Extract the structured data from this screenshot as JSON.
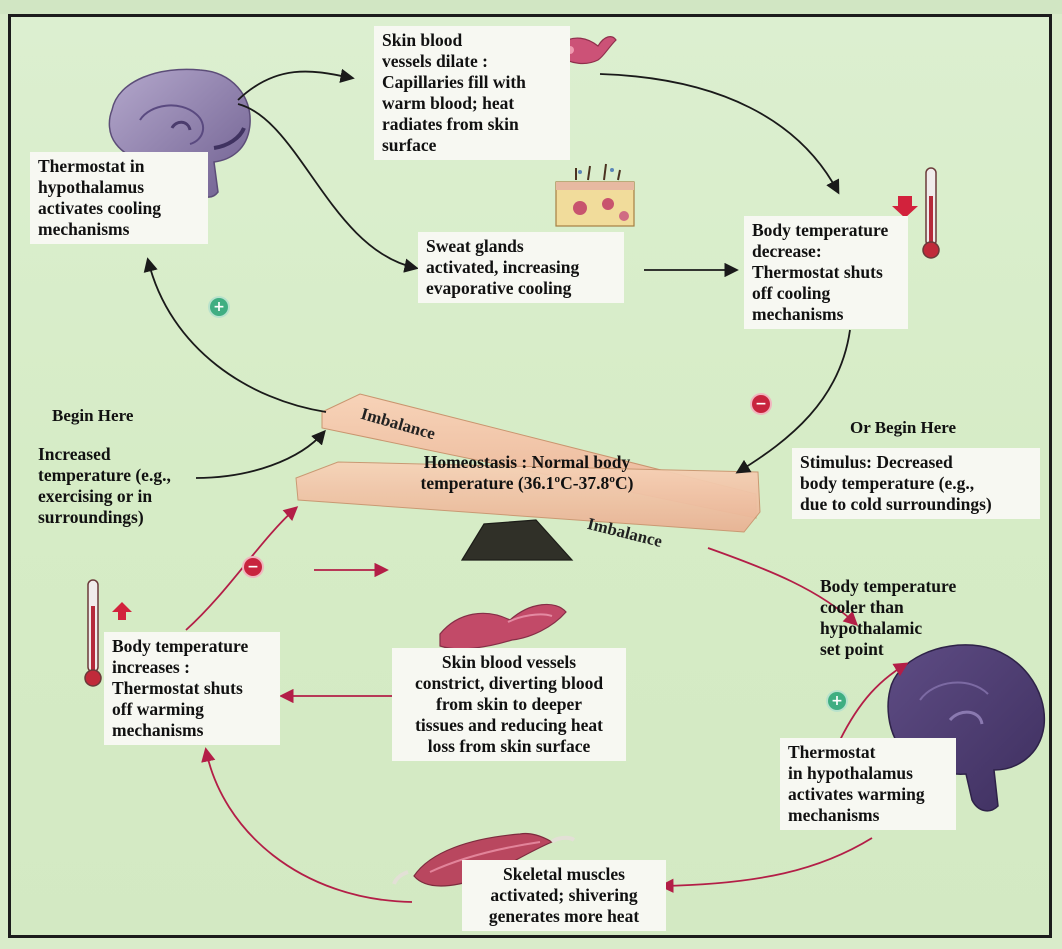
{
  "labels": {
    "thermostat_cooling": "Thermostat in\nhypothalamus\nactivates cooling\nmechanisms",
    "skin_dilate": "Skin blood\nvessels dilate :\nCapillaries fill with\nwarm blood; heat\nradiates from skin\nsurface",
    "sweat": "Sweat glands\nactivated, increasing\nevaporative cooling",
    "temp_decrease": "Body temperature\ndecrease:\nThermostat shuts\noff cooling\nmechanisms",
    "begin_here": "Begin Here",
    "increased_temp": "Increased\ntemperature (e.g.,\nexercising or in\nsurroundings)",
    "homeostasis": "Homeostasis : Normal body\ntemperature (36.1ºC-37.8ºC)",
    "imbalance_left": "Imbalance",
    "imbalance_right": "Imbalance",
    "or_begin_here": "Or Begin Here",
    "stimulus": "Stimulus: Decreased\nbody temperature (e.g.,\ndue to cold surroundings)",
    "cooler": "Body temperature\ncooler than\nhypothalamic\nset point",
    "temp_increase": "Body temperature\nincreases :\nThermostat shuts\noff warming\nmechanisms",
    "constrict": "Skin blood vessels\nconstrict, diverting blood\nfrom skin to deeper\ntissues and reducing heat\nloss from skin surface",
    "thermostat_warming": "Thermostat\nin hypothalamus\nactivates warming\nmechanisms",
    "shivering": "Skeletal muscles\nactivated; shivering\ngenerates more heat"
  },
  "signs": {
    "plus": "+",
    "minus": "−"
  },
  "colors": {
    "background": "#d6ecc6",
    "label_box": "#f7f8f2",
    "seesaw": "#f0c3a6",
    "fulcrum": "#2f2f2a",
    "arrow_dark": "#1a1a1a",
    "arrow_red": "#b31e47",
    "brain": "#7b6a9a",
    "plus_sign": "#3fae82",
    "minus_sign": "#c8243e"
  },
  "icons": [
    "brain-icon",
    "thermometer-icon",
    "blood-vessel-icon",
    "skin-section-icon",
    "muscle-icon"
  ]
}
